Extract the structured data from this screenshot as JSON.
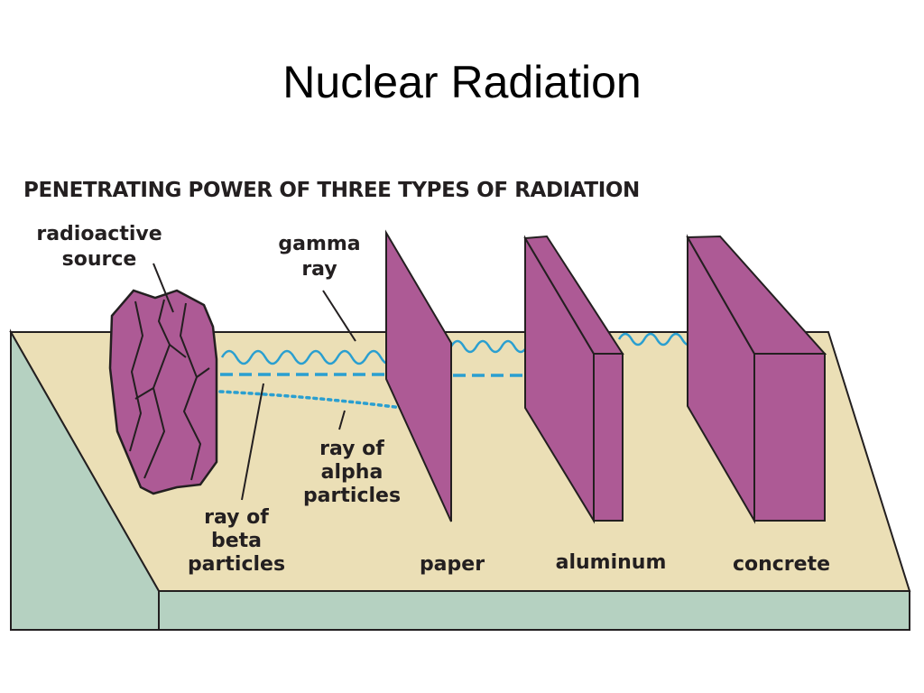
{
  "title": "Nuclear Radiation",
  "figure": {
    "heading": "PENETRATING POWER OF THREE TYPES OF RADIATION",
    "labels": {
      "source_line1": "radioactive",
      "source_line2": "source",
      "gamma_line1": "gamma",
      "gamma_line2": "ray",
      "alpha_line1": "ray of",
      "alpha_line2": "alpha",
      "alpha_line3": "particles",
      "beta_line1": "ray of",
      "beta_line2": "beta",
      "beta_line3": "particles",
      "paper": "paper",
      "aluminum": "aluminum",
      "concrete": "concrete"
    },
    "colors": {
      "table_top": "#ebdfb6",
      "table_side": "#b5d1c1",
      "barrier": "#ad5a95",
      "ray": "#2a9fd0",
      "outline": "#231f20"
    }
  }
}
